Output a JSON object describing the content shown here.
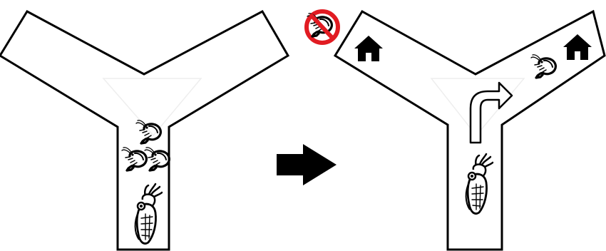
{
  "figure": {
    "panels": [
      {
        "id": "before",
        "maze": "y-maze",
        "shrimp_in_stem": 3,
        "animal": "cuttlefish",
        "animal_position": "stem"
      },
      {
        "id": "after",
        "maze": "y-maze",
        "arms": [
          {
            "side": "left",
            "icon": "house-icon",
            "shrimp": false,
            "marker": "no-shrimp-icon"
          },
          {
            "side": "right",
            "icon": "house-icon",
            "shrimp": true
          }
        ],
        "animal": "cuttlefish",
        "choice": "right-arm"
      }
    ],
    "transition_icon": "right-arrow-icon",
    "colors": {
      "ink": "#000000",
      "background": "#ffffff",
      "prohibition_red": "#e11b22"
    }
  }
}
